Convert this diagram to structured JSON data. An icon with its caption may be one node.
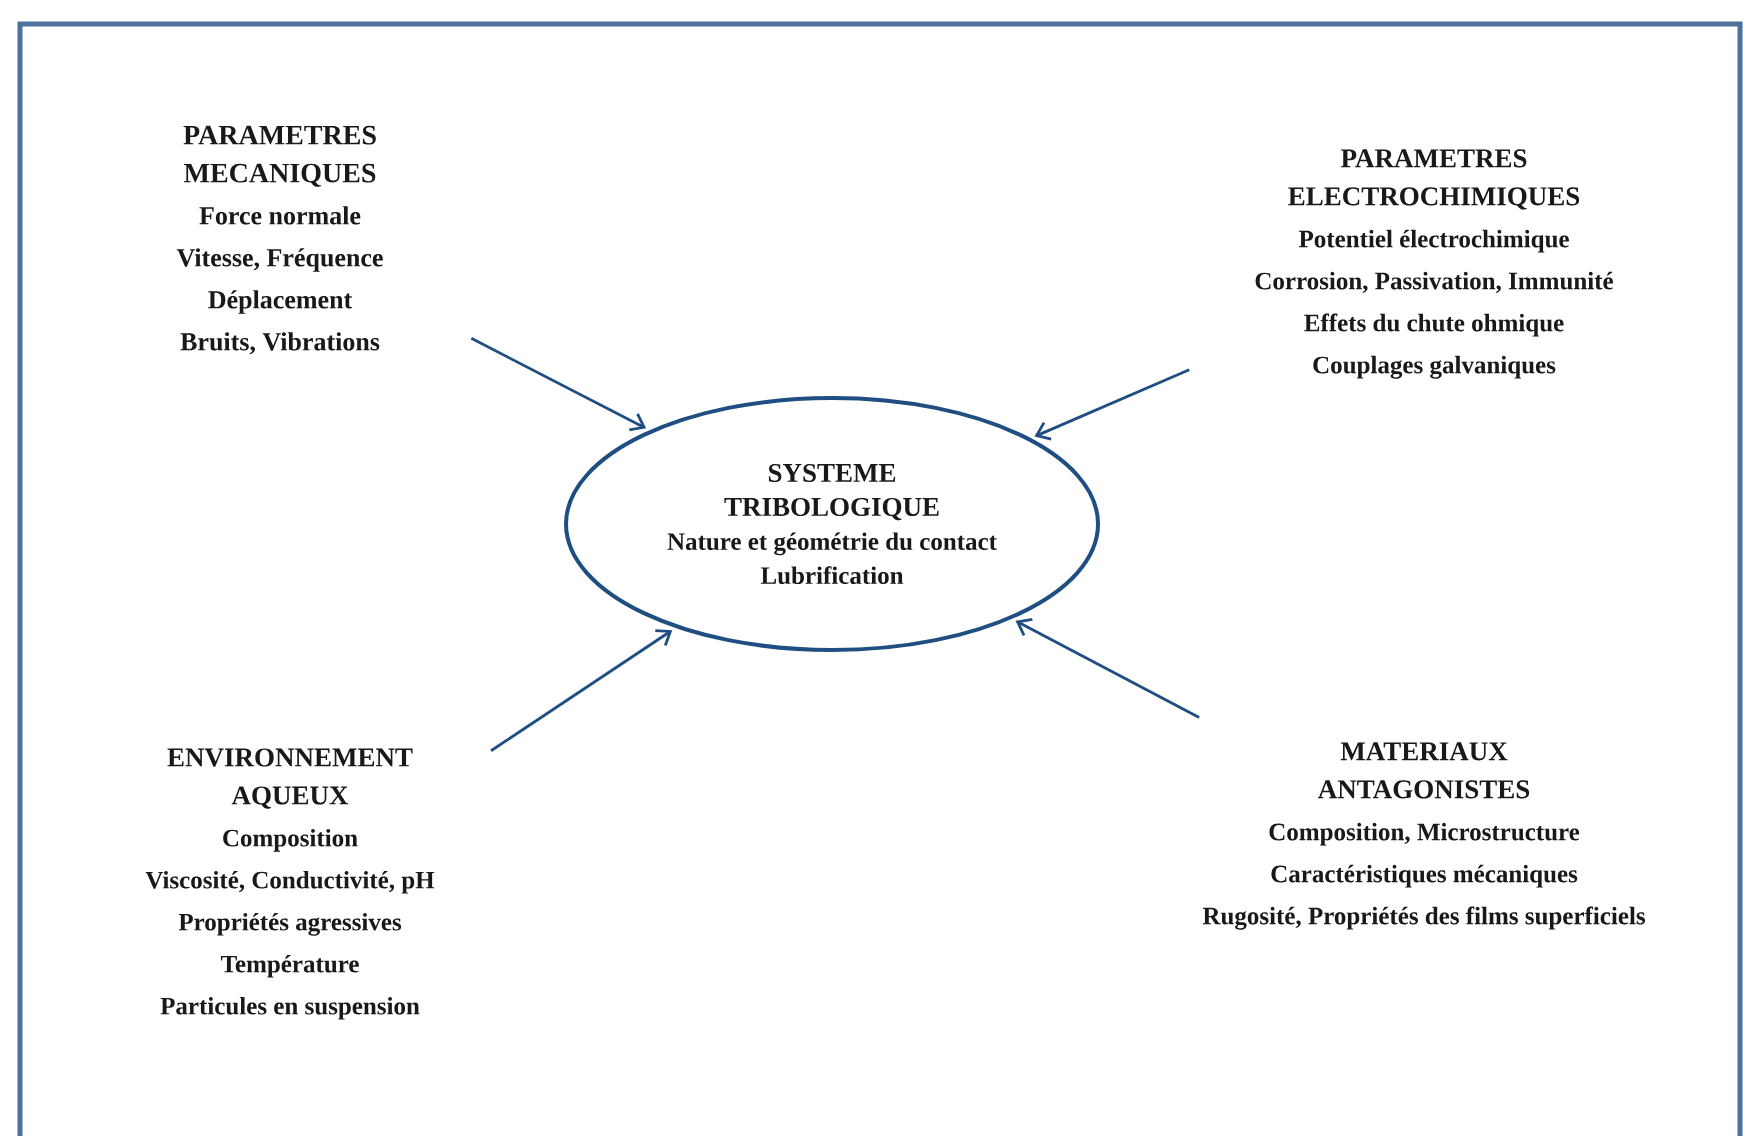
{
  "diagram": {
    "nodes": [
      {
        "text": [
          "SYSTEME TRIBOLOGIQUE",
          "Nature et géométrie du contact",
          "Lubrification"
        ]
      },
      {
        "text": [
          "PARAMETRES MECANIQUES",
          "Force normale",
          "Vitesse, Fréquence",
          "Déplacement",
          "Bruits, Vibrations"
        ]
      },
      {
        "text": [
          "PARAMETRES ELECTROCHIMIQUES",
          "Potentiel électrochimique",
          "Corrosion, Passivation, Immunité",
          "Effets du chute ohmique",
          "Couplages galvaniques"
        ]
      },
      {
        "text": [
          "ENVIRONNEMENT AQUEUX",
          "Composition",
          "Viscosité, Conductivité, pH",
          "Propriétés agressives",
          "Température",
          "Particules en suspension"
        ]
      },
      {
        "text": [
          "MATERIAUX ANTAGONISTES",
          "Composition, Microstructure",
          "Caractéristiques mécaniques",
          "Rugosité, Propriétés des films superficiels"
        ]
      }
    ],
    "edges": [
      {
        "from": 1,
        "to": 0,
        "arrow": "to"
      },
      {
        "from": 2,
        "to": 0,
        "arrow": "to"
      },
      {
        "from": 3,
        "to": 0,
        "arrow": "to"
      },
      {
        "from": 4,
        "to": 0,
        "arrow": "to"
      }
    ]
  }
}
